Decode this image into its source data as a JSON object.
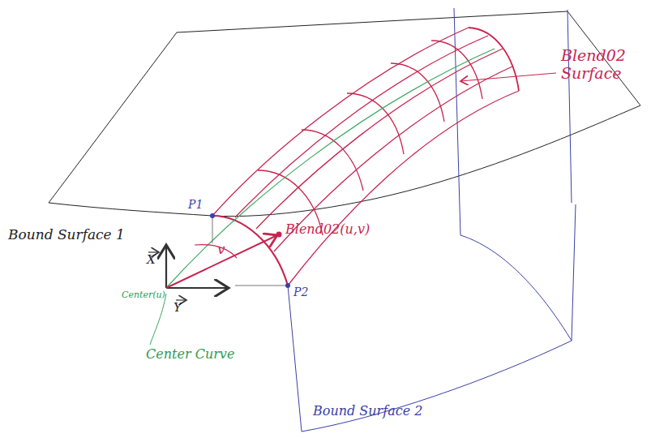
{
  "diagram": {
    "labels": [
      "Blend02 Surface",
      "P1",
      "Bound Surface 1",
      "Blend02(u,v)",
      "v",
      "X",
      "Y",
      "Center(u)",
      "Center Curve",
      "P2",
      "Bound Surface 2"
    ]
  }
}
